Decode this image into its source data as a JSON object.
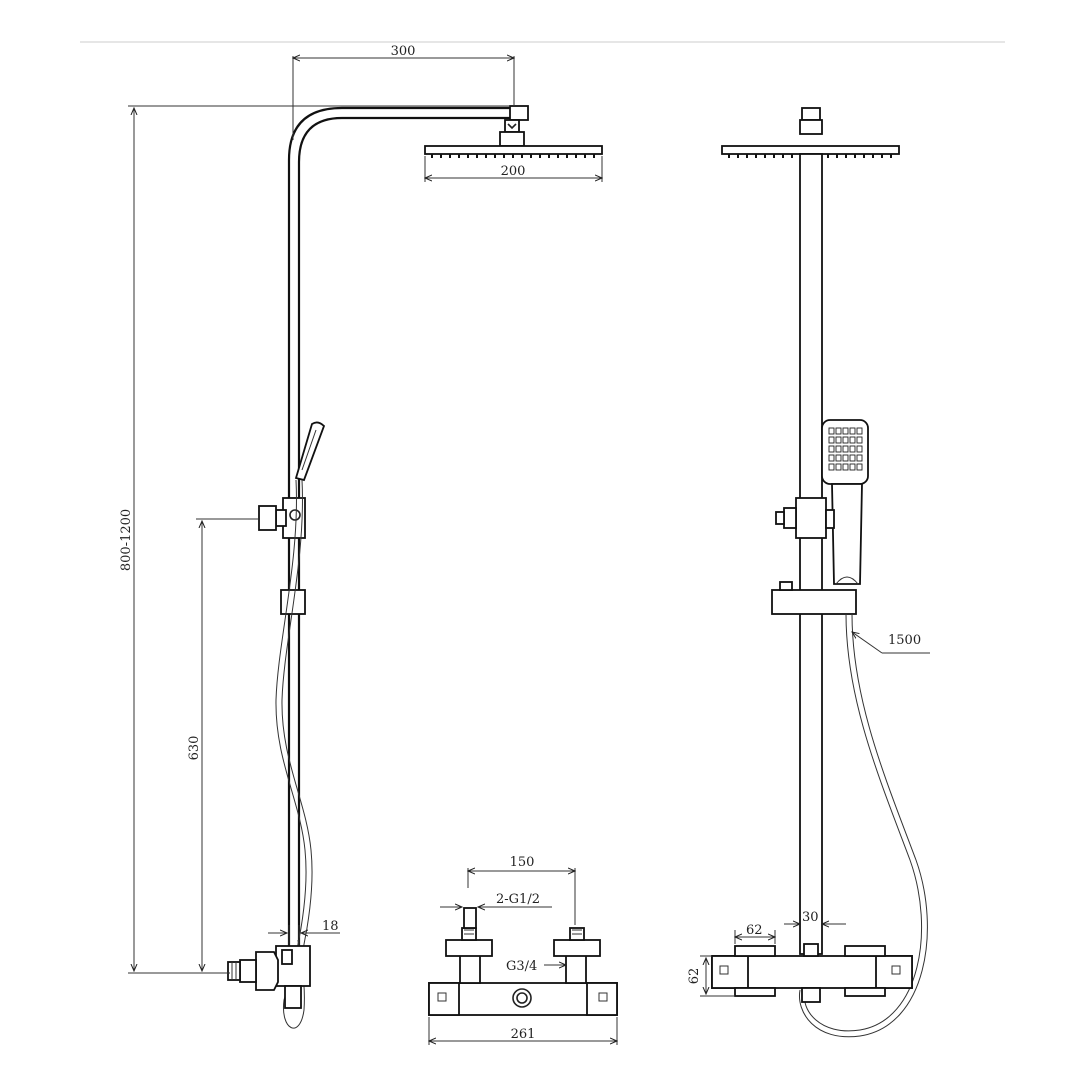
{
  "diagram": {
    "dims": {
      "arm_length": "300",
      "head_width": "200",
      "height_range": "800-1200",
      "outlet_height": "630",
      "pipe_diameter": "18",
      "inlet_spacing": "150",
      "inlet_thread": "2-G1/2",
      "outlet_thread": "G3/4",
      "mixer_width": "261",
      "hose_length": "1500",
      "body_width": "62",
      "riser_width": "30",
      "body_height": "62"
    }
  }
}
